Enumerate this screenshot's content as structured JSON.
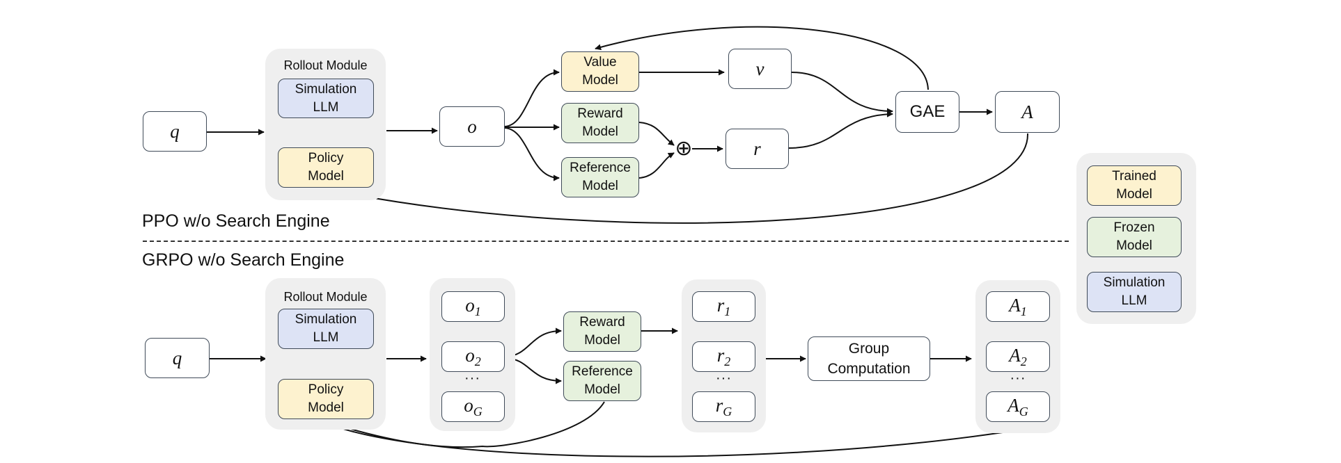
{
  "ppo": {
    "section_title": "PPO w/o Search Engine",
    "query": "q",
    "rollout_title": "Rollout Module",
    "simulation_llm": [
      "Simulation",
      "LLM"
    ],
    "policy_model": [
      "Policy",
      "Model"
    ],
    "output": "o",
    "value_model": [
      "Value",
      "Model"
    ],
    "reward_model": [
      "Reward",
      "Model"
    ],
    "reference_model": [
      "Reference",
      "Model"
    ],
    "combine_symbol": "⊕",
    "value": "v",
    "reward": "r",
    "gae": "GAE",
    "advantage": "A"
  },
  "grpo": {
    "section_title": "GRPO w/o Search Engine",
    "query": "q",
    "rollout_title": "Rollout Module",
    "simulation_llm": [
      "Simulation",
      "LLM"
    ],
    "policy_model": [
      "Policy",
      "Model"
    ],
    "outputs": {
      "first": "o",
      "first_sub": "1",
      "second": "o",
      "second_sub": "2",
      "ellipsis": "···",
      "last": "o",
      "last_sub": "G"
    },
    "reward_model": [
      "Reward",
      "Model"
    ],
    "reference_model": [
      "Reference",
      "Model"
    ],
    "rewards": {
      "first": "r",
      "first_sub": "1",
      "second": "r",
      "second_sub": "2",
      "ellipsis": "···",
      "last": "r",
      "last_sub": "G"
    },
    "group_computation": [
      "Group",
      "Computation"
    ],
    "advantages": {
      "first": "A",
      "first_sub": "1",
      "second": "A",
      "second_sub": "2",
      "ellipsis": "···",
      "last": "A",
      "last_sub": "G"
    }
  },
  "legend": {
    "trained": [
      "Trained",
      "Model"
    ],
    "frozen": [
      "Frozen",
      "Model"
    ],
    "simulation": [
      "Simulation",
      "LLM"
    ]
  },
  "colors": {
    "trained_fill": "#fdf2cf",
    "frozen_fill": "#e6f1dd",
    "simulation_fill": "#dde3f5",
    "panel_fill": "#efefef",
    "border": "#3f4a58"
  }
}
